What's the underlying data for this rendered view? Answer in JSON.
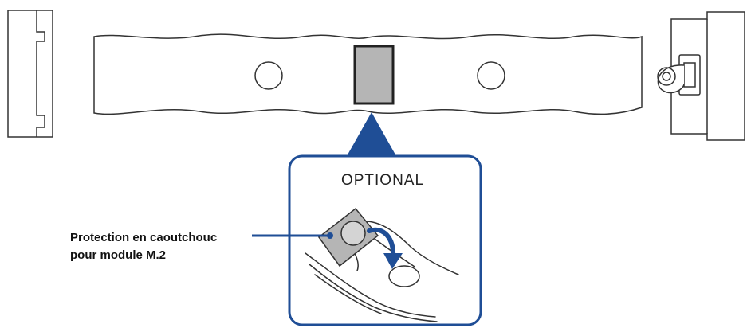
{
  "inset": {
    "title": "OPTIONAL"
  },
  "callout": {
    "line1": "Protection en caoutchouc",
    "line2": "pour module M.2"
  },
  "colors": {
    "accent_blue": "#1f4e96",
    "outline": "#333333",
    "pad_fill": "#b5b5b5",
    "pad_border": "#222222"
  },
  "icons": {
    "arrow": "curved-arrow-icon",
    "pointer": "triangle-pointer-icon"
  }
}
